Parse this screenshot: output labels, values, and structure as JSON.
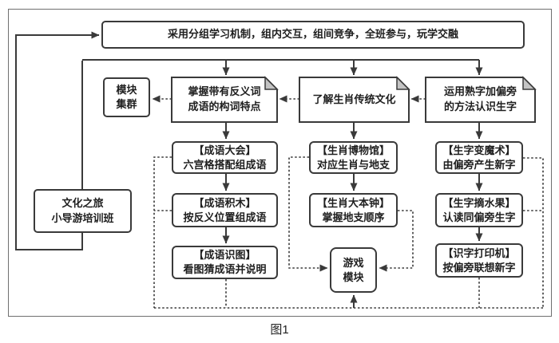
{
  "colors": {
    "line": "#3a3a3a",
    "fold": "#c4c4c4",
    "background": "#ffffff",
    "text": "#1e1e1e"
  },
  "caption": "图1",
  "banner": {
    "text": "采用分组学习机制，组内交互，组间竞争，全班参与，玩学交融"
  },
  "module_cluster": {
    "line1": "模块",
    "line2": "集群"
  },
  "culture_class": {
    "line1": "文化之旅",
    "line2": "小导游培训班"
  },
  "objectives": {
    "chengyu": {
      "line1": "掌握带有反义词",
      "line2": "成语的构词特点"
    },
    "shengxiao": {
      "text": "了解生肖传统文化"
    },
    "shengzi": {
      "line1": "运用熟字加偏旁",
      "line2": "的方法认识生字"
    }
  },
  "games": {
    "chengyu": [
      {
        "title": "【成语大会】",
        "desc": "六宫格搭配组成语"
      },
      {
        "title": "【成语积木】",
        "desc": "按反义位置组成语"
      },
      {
        "title": "【成语识图】",
        "desc": "看图猜成语并说明"
      }
    ],
    "shengxiao": [
      {
        "title": "【生肖博物馆】",
        "desc": "对应生肖与地支"
      },
      {
        "title": "【生肖大本钟】",
        "desc": "掌握地支顺序"
      }
    ],
    "shengzi": [
      {
        "title": "【生字变魔术】",
        "desc": "由偏旁产生新字"
      },
      {
        "title": "【生字摘水果】",
        "desc": "认读同偏旁生字"
      },
      {
        "title": "【识字打印机】",
        "desc": "按偏旁联想新字"
      }
    ]
  },
  "game_module": {
    "line1": "游戏",
    "line2": "模块"
  }
}
